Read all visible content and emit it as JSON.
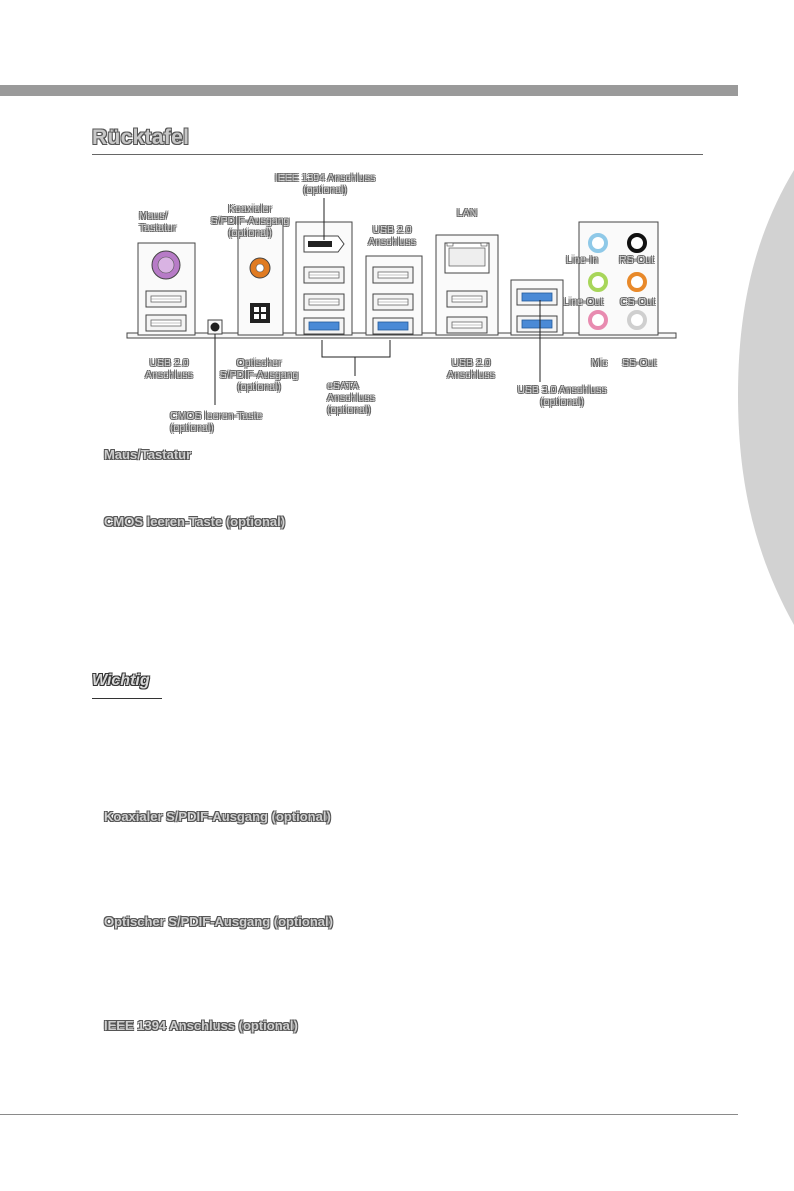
{
  "page": {
    "title": "Rücktafel",
    "important_label": "Wichtig"
  },
  "panel": {
    "labels": {
      "ieee1394_top": [
        "IEEE 1394 Anschluss",
        "(optional)"
      ],
      "maus_top": [
        "Maus/",
        "Tastatur"
      ],
      "koaxial_top": [
        "Koaxialer",
        "S/PDIF-Ausgang",
        "(optional)"
      ],
      "usb20_top": [
        "USB 2.0",
        "Anschluss"
      ],
      "lan_top": "LAN",
      "usb20_bottom_left": [
        "USB 2.0",
        "Anschluss"
      ],
      "optisch_bottom": [
        "Optischer",
        "S/PDIF-Ausgang",
        "(optional)"
      ],
      "esata_bottom": [
        "eSATA",
        "Anschluss",
        "(optional)"
      ],
      "usb20_bottom_right": [
        "USB 2.0",
        "Anschluss"
      ],
      "usb30_bottom": [
        "USB 3.0 Anschluss",
        "(optional)"
      ],
      "cmos_bottom": [
        "CMOS  leeren-Taste",
        "(optional)"
      ],
      "line_in": "Line-In",
      "rs_out": "RS-Out",
      "line_out": "Line-Out",
      "cs_out": "CS-Out",
      "mic": "Mic",
      "ss_out": "SS-Out"
    },
    "colors": {
      "ps2_port": "#b77bc7",
      "coax_port": "#e07b22",
      "usb3_blue": "#4a8ad6",
      "line_in": "#8fc9e8",
      "rs_out": "#111111",
      "line_out": "#a8d65a",
      "cs_out": "#e8892a",
      "mic": "#e88bb0",
      "ss_out": "#cfcfcf"
    }
  },
  "sections": [
    {
      "heading": "Maus/Tastatur"
    },
    {
      "heading": "CMOS leeren-Taste (optional)"
    },
    {
      "heading": "Koaxialer S/PDIF-Ausgang (optional)"
    },
    {
      "heading": "Optischer S/PDIF-Ausgang (optional)"
    },
    {
      "heading": "IEEE 1394 Anschluss (optional)"
    }
  ]
}
